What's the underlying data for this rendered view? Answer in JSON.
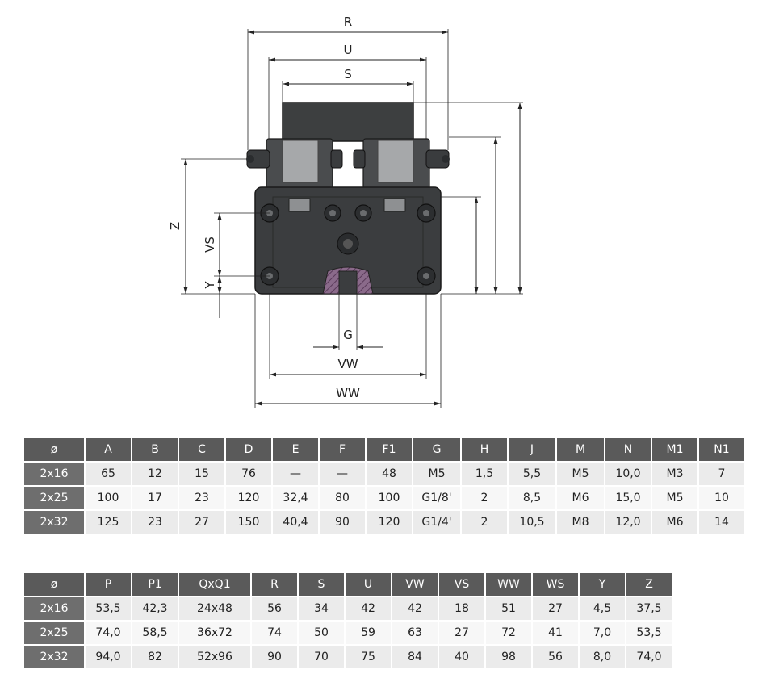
{
  "drawing": {
    "dimension_labels": {
      "R": "R",
      "U": "U",
      "S": "S",
      "Z": "Z",
      "VS": "VS",
      "Y": "Y",
      "G": "G",
      "VW": "VW",
      "WW": "WW"
    },
    "colors": {
      "body": "#3b3d3f",
      "clamp": "#9a9c9e",
      "hatch": "#7a4f7a",
      "line": "#222222"
    }
  },
  "table1": {
    "headers": [
      "ø",
      "A",
      "B",
      "C",
      "D",
      "E",
      "F",
      "F1",
      "G",
      "H",
      "J",
      "M",
      "N",
      "M1",
      "N1"
    ],
    "rows": [
      [
        "2x16",
        "65",
        "12",
        "15",
        "76",
        "—",
        "—",
        "48",
        "M5",
        "1,5",
        "5,5",
        "M5",
        "10,0",
        "M3",
        "7"
      ],
      [
        "2x25",
        "100",
        "17",
        "23",
        "120",
        "32,4",
        "80",
        "100",
        "G1/8'",
        "2",
        "8,5",
        "M6",
        "15,0",
        "M5",
        "10"
      ],
      [
        "2x32",
        "125",
        "23",
        "27",
        "150",
        "40,4",
        "90",
        "120",
        "G1/4'",
        "2",
        "10,5",
        "M8",
        "12,0",
        "M6",
        "14"
      ]
    ]
  },
  "table2": {
    "headers": [
      "ø",
      "P",
      "P1",
      "QxQ1",
      "R",
      "S",
      "U",
      "VW",
      "VS",
      "WW",
      "WS",
      "Y",
      "Z"
    ],
    "rows": [
      [
        "2x16",
        "53,5",
        "42,3",
        "24x48",
        "56",
        "34",
        "42",
        "42",
        "18",
        "51",
        "27",
        "4,5",
        "37,5"
      ],
      [
        "2x25",
        "74,0",
        "58,5",
        "36x72",
        "74",
        "50",
        "59",
        "63",
        "27",
        "72",
        "41",
        "7,0",
        "53,5"
      ],
      [
        "2x32",
        "94,0",
        "82",
        "52x96",
        "90",
        "70",
        "75",
        "84",
        "40",
        "98",
        "56",
        "8,0",
        "74,0"
      ]
    ]
  }
}
